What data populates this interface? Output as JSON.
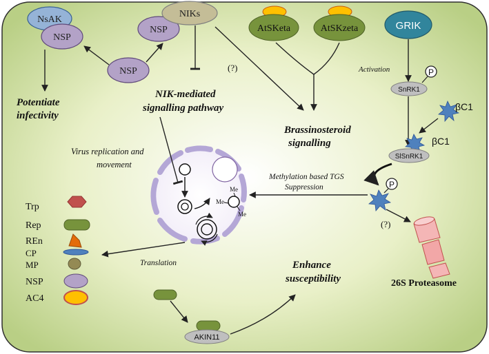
{
  "nodes": {
    "nsak": "NsAK",
    "nsp_top_left": "NSP",
    "nsp_center": "NSP",
    "nsp_top_mid": "NSP",
    "niks": "NIKs",
    "atsketa": "AtSKeta",
    "atskzeta": "AtSKzeta",
    "grik": "GRIK",
    "snrk1": "SnRK1",
    "slsnrk1": "SlSnRK1",
    "bc1_a": "βC1",
    "bc1_b": "βC1",
    "akin11": "AKIN11",
    "p_top": "P",
    "p_bottom": "P",
    "me_1": "Me",
    "me_2": "Me",
    "me_3": "Me"
  },
  "labels": {
    "potentiate_1": "Potentiate",
    "potentiate_2": "infectivity",
    "nik_pathway_1": "NIK-mediated",
    "nik_pathway_2": "signalling pathway",
    "question_top": "(?)",
    "brass_1": "Brassinosteroid",
    "brass_2": "signalling",
    "activation": "Activation",
    "virus_rep_1": "Virus replication and",
    "virus_rep_2": "movement",
    "methylation_1": "Methylation based TGS",
    "methylation_2": "Suppression",
    "question_bottom": "(?)",
    "translation": "Translation",
    "enhance_1": "Enhance",
    "enhance_2": "susceptibility",
    "proteasome": "26S Proteasome"
  },
  "legend": [
    {
      "label": "Trp",
      "shape": "hexagon",
      "color": "#c0504d"
    },
    {
      "label": "Rep",
      "shape": "rounded-rect",
      "color": "#77933c"
    },
    {
      "label": "REn",
      "shape": "trapezoid",
      "color": "#e46c0a"
    },
    {
      "label": "CP",
      "shape": "flat-ellipse",
      "color": "#4f81bd"
    },
    {
      "label": "MP",
      "shape": "small-ellipse",
      "color": "#948a54"
    },
    {
      "label": "NSP",
      "shape": "ellipse",
      "color": "#b3a2c7"
    },
    {
      "label": "AC4",
      "shape": "ellipse-outlined",
      "color": "#ffc000"
    }
  ],
  "colors": {
    "background_outer": "#e9f0c8",
    "background_inner": "#c4d79b",
    "nsp_fill": "#b3a2c7",
    "nsak_fill": "#95b3d7",
    "niks_fill": "#c4bd97",
    "atsk_fill": "#77933c",
    "atsk_cap": "#ffc000",
    "grik_fill": "#31859c",
    "kinase_grey": "#bfbfbf",
    "betac1": "#4f81bd",
    "proteasome": "#f2a7a7",
    "nucleus_wall": "#b4a7d6"
  }
}
